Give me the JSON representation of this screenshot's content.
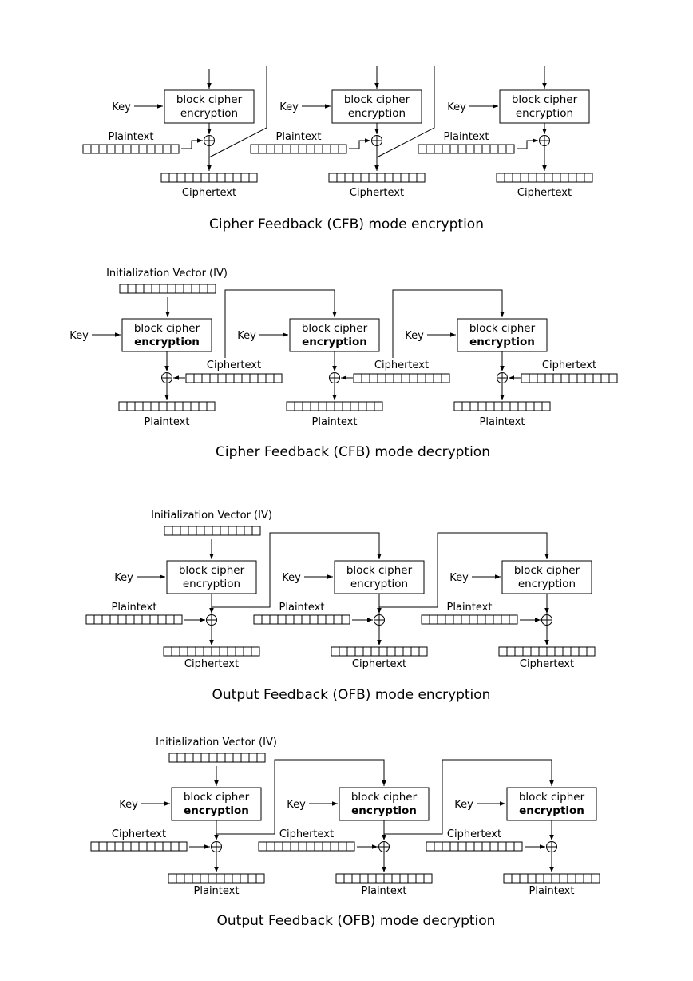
{
  "labels": {
    "key": "Key",
    "plaintext": "Plaintext",
    "ciphertext": "Ciphertext",
    "iv": "Initialization Vector (IV)",
    "block_cipher": "block cipher",
    "encryption": "encryption"
  },
  "panels": [
    {
      "id": "cfb-encryption",
      "caption": "Cipher Feedback (CFB) mode encryption",
      "bold_encryption": false
    },
    {
      "id": "cfb-decryption",
      "caption": "Cipher Feedback (CFB) mode decryption",
      "bold_encryption": true
    },
    {
      "id": "ofb-encryption",
      "caption": "Output Feedback (OFB) mode encryption",
      "bold_encryption": false
    },
    {
      "id": "ofb-decryption",
      "caption": "Output Feedback (OFB) mode decryption",
      "bold_encryption": true
    }
  ]
}
